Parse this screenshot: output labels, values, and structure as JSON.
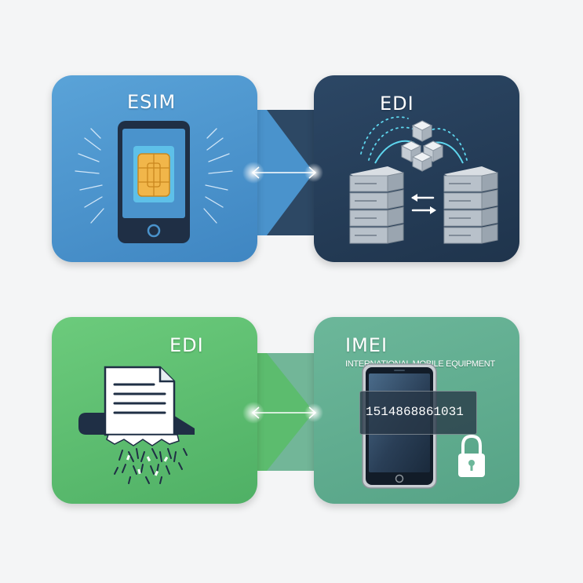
{
  "row1": {
    "left": {
      "title": "ESIM",
      "icon": "esim-phone-icon"
    },
    "right": {
      "title": "EDI",
      "icon": "server-network-icon"
    },
    "connector": "bidirectional-arrow-icon"
  },
  "row2": {
    "left": {
      "title": "EDI",
      "icon": "document-shredder-icon"
    },
    "right": {
      "title": "IMEI",
      "caption": "INTERNATIONAL MOBILE EQUIPMENT",
      "number": "1514868861031",
      "icon": "smartphone-icon",
      "lock_icon": "padlock-icon"
    },
    "connector": "bidirectional-arrow-icon"
  },
  "colors": {
    "blue": "#4a93cc",
    "navy": "#243a52",
    "green": "#5cbc6e",
    "teal": "#5fad8f"
  }
}
